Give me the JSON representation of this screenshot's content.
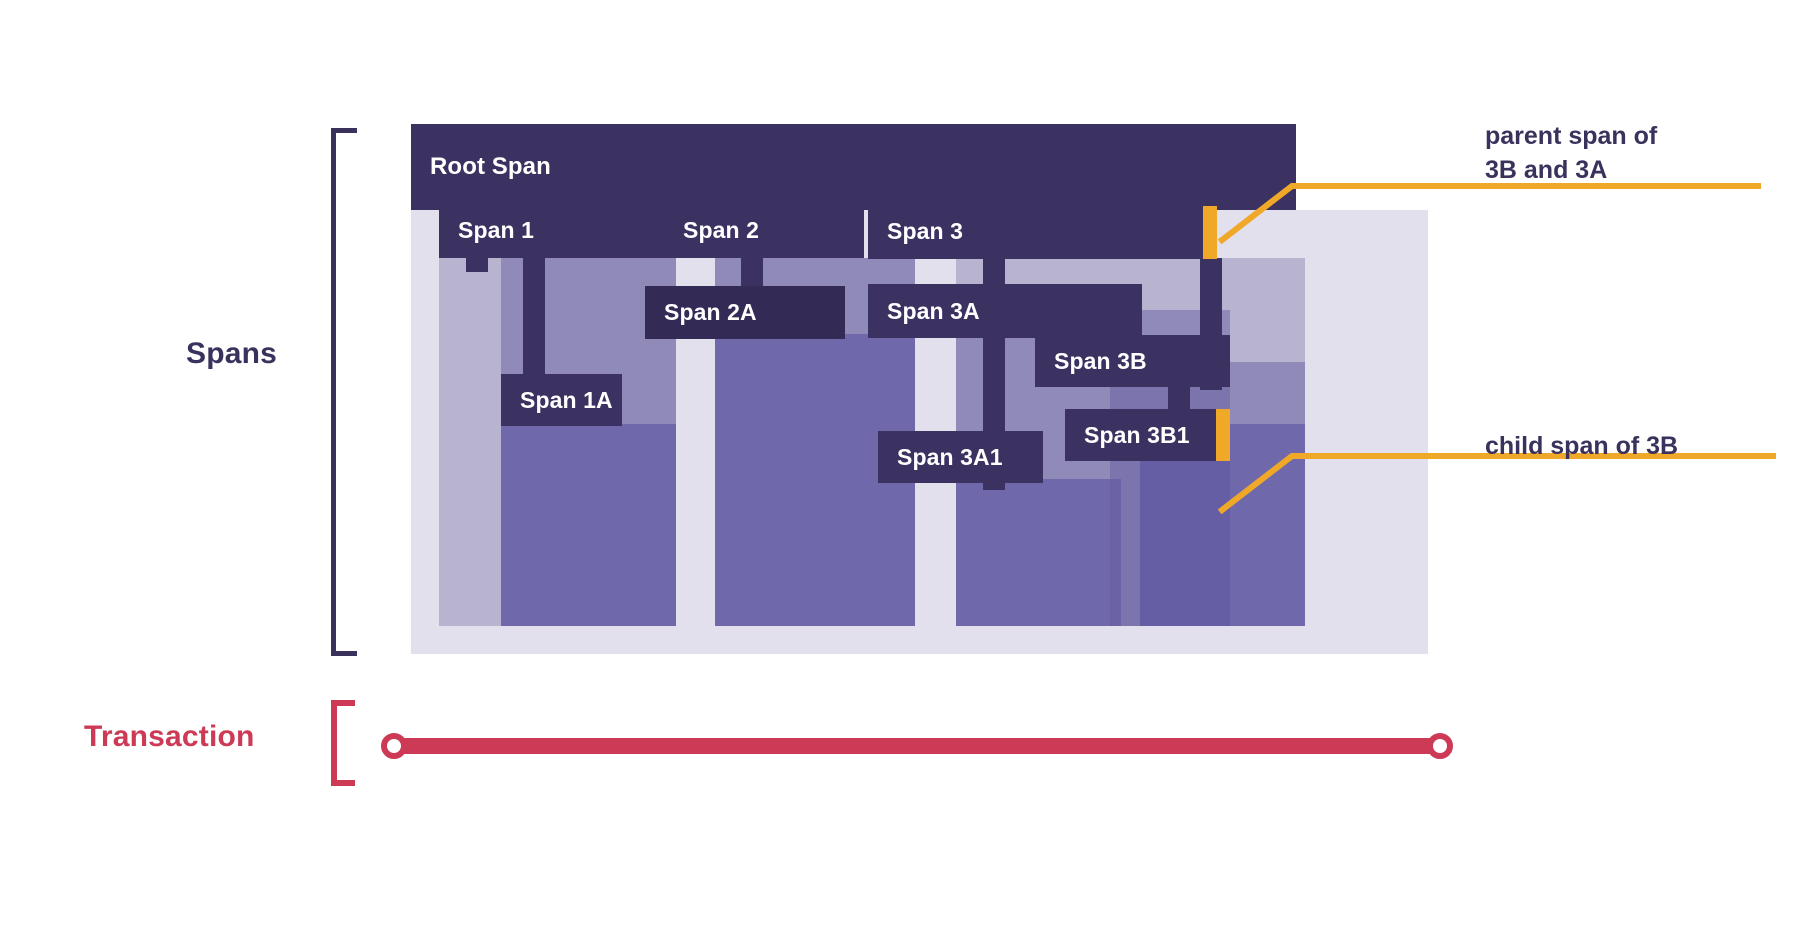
{
  "labels": {
    "spans": "Spans",
    "transaction": "Transaction"
  },
  "colors": {
    "span_bar": "#3c3261",
    "span_bar_deep": "#332a56",
    "ink": "#3a325c",
    "accent_orange": "#f0a828",
    "transaction_red": "#cc3a55",
    "region_tint": "#7a72a8",
    "background": "#ffffff"
  },
  "spans": [
    {
      "id": "root",
      "label": "Root Span",
      "depth": 0
    },
    {
      "id": "s1",
      "label": "Span 1",
      "depth": 1
    },
    {
      "id": "s1a",
      "label": "Span 1A",
      "depth": 2
    },
    {
      "id": "s2",
      "label": "Span 2",
      "depth": 1
    },
    {
      "id": "s2a",
      "label": "Span 2A",
      "depth": 2
    },
    {
      "id": "s3",
      "label": "Span 3",
      "depth": 1
    },
    {
      "id": "s3a",
      "label": "Span 3A",
      "depth": 2
    },
    {
      "id": "s3a1",
      "label": "Span 3A1",
      "depth": 3
    },
    {
      "id": "s3b",
      "label": "Span 3B",
      "depth": 2
    },
    {
      "id": "s3b1",
      "label": "Span 3B1",
      "depth": 3
    }
  ],
  "callouts": [
    {
      "id": "parent-callout",
      "text": "parent span of\n3B and 3A",
      "target": "Span 3"
    },
    {
      "id": "child-callout",
      "text": "child span of 3B",
      "target": "Span 3B1"
    }
  ],
  "transaction": {
    "start_marker": "start",
    "end_marker": "end"
  }
}
